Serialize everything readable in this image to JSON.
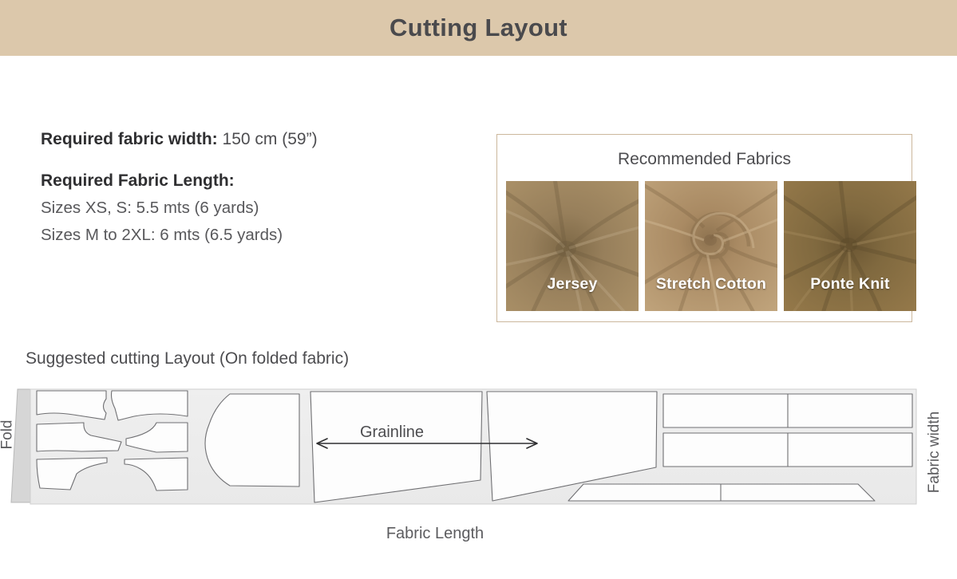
{
  "header": {
    "title": "Cutting Layout",
    "band_color": "#dcc8ab"
  },
  "requirements": {
    "fabric_width_label": "Required fabric width:",
    "fabric_width_value": "150 cm (59”)",
    "fabric_length_label": "Required Fabric Length:",
    "length_lines": [
      "Sizes XS, S: 5.5 mts (6 yards)",
      "Sizes M to 2XL: 6 mts (6.5 yards)"
    ]
  },
  "fabrics_panel": {
    "title": "Recommended Fabrics",
    "border_color": "#cbb79c",
    "swatches": [
      {
        "label": "Jersey",
        "base_color": "#977f5b",
        "highlight_color": "#b59c75",
        "shadow_color": "#6d5a3d"
      },
      {
        "label": "Stretch Cotton",
        "base_color": "#a98a63",
        "highlight_color": "#c4a880",
        "shadow_color": "#7d6443"
      },
      {
        "label": "Ponte Knit",
        "base_color": "#80693f",
        "highlight_color": "#9c8253",
        "shadow_color": "#5b4a2b"
      }
    ]
  },
  "cutting_layout": {
    "caption": "Suggested cutting Layout (On folded fabric)",
    "fold_label": "Fold",
    "fabric_width_label": "Fabric width",
    "fabric_length_label": "Fabric Length",
    "grainline_label": "Grainline",
    "fabric_fill": "#eeeeee",
    "piece_fill": "#fdfdfd",
    "piece_stroke": "#6f6f72"
  }
}
